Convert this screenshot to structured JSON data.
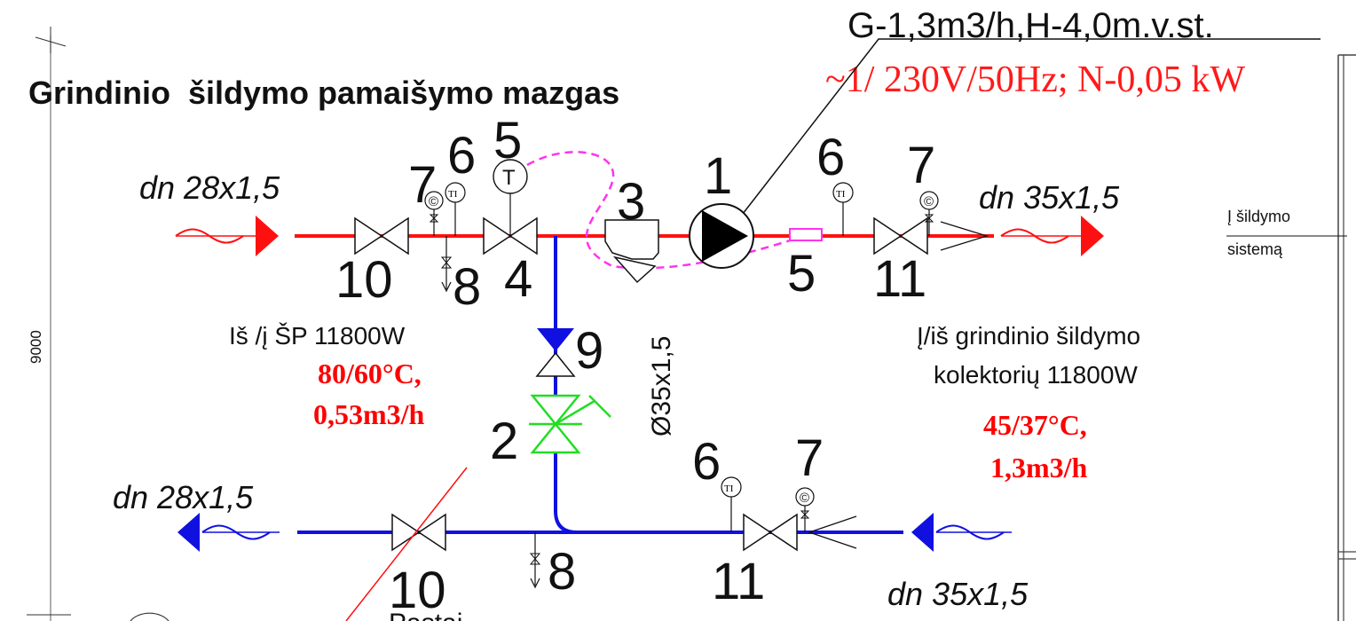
{
  "title": "Grindinio  šildymo pamaišymo mazgas",
  "pump_spec": {
    "flow_head": "G-1,3m3/h,H-4,0m.v.st.",
    "power": "~1/ 230V/50Hz; N-0,05 kW"
  },
  "pipes": {
    "supply_in": "dn 28x1,5",
    "supply_out": "dn 35x1,5",
    "return_out": "dn 28x1,5",
    "return_in": "dn 35x1,5",
    "bypass": "Ø35x1,5"
  },
  "source": {
    "label": "Iš /į ŠP 11800W",
    "temps": "80/60°C,",
    "flow": "0,53m3/h"
  },
  "floor": {
    "label_line1": "Į/iš grindinio šildymo",
    "label_line2": "kolektorių 11800W",
    "temps": "45/37°C,",
    "flow": "1,3m3/h"
  },
  "system": {
    "line1": "Į šildymo",
    "line2": "sistemą"
  },
  "dimension": "9000",
  "partial_label": "Pastai",
  "gauge": {
    "ti": "TI",
    "t": "T",
    "manometer": "©"
  },
  "callouts": {
    "pump": "1",
    "balancing_valve": "2",
    "filter": "3",
    "mixing_valve": "4",
    "sensor": "5",
    "sensor_pipe": "5",
    "thermometer": "6",
    "thermometer_out": "6",
    "thermometer_return": "6",
    "manometer": "7",
    "manometer_out": "7",
    "manometer_return": "7",
    "drain_supply": "8",
    "drain_return": "8",
    "check_valve": "9",
    "valve_supply": "10",
    "valve_return": "10",
    "valve_out": "11",
    "valve_return_in": "11"
  },
  "colors": {
    "supply": "#ff1010",
    "return": "#1010e0",
    "capillary": "#ff33ee",
    "balancing": "#22dd22",
    "text_red": "#ff0000"
  }
}
